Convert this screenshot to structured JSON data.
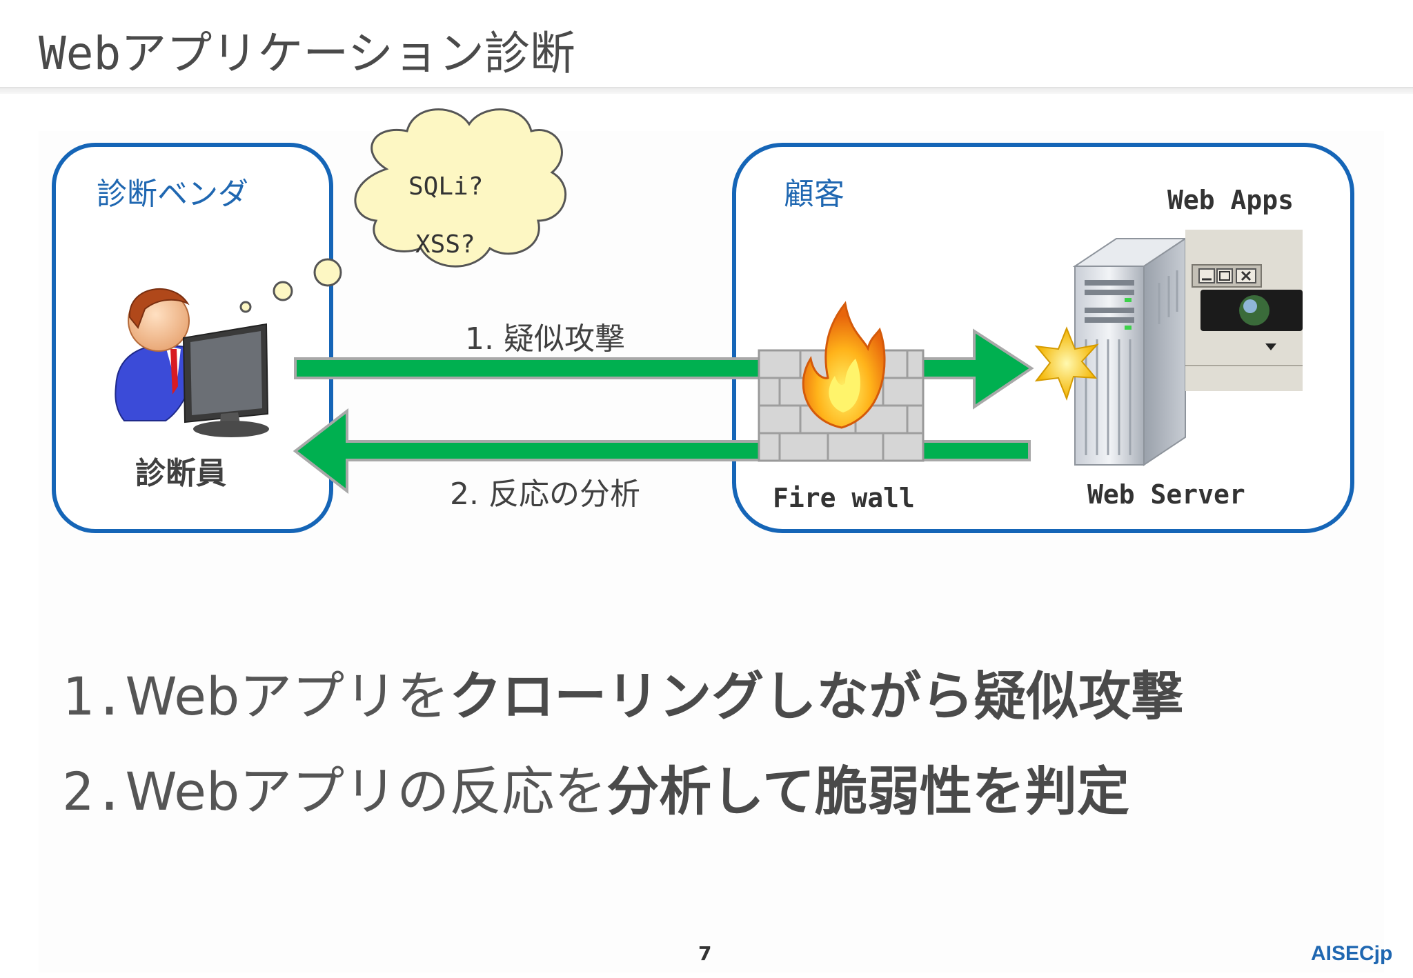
{
  "slide": {
    "title": "Webアプリケーション診断",
    "page_number": "7",
    "brand": "AISECjp"
  },
  "diagram": {
    "vendor_box_label": "診断ベンダ",
    "customer_box_label": "顧客",
    "diagnostician_label": "診断員",
    "thought_bubble": [
      "SQLi?",
      "XSS?"
    ],
    "attack_arrow_label": "1. 疑似攻撃",
    "response_arrow_label": "2. 反応の分析",
    "firewall_label": "Fire wall",
    "web_server_label": "Web Server",
    "web_apps_label": "Web Apps",
    "colors": {
      "box_border": "#1565b7",
      "arrow_fill": "#00b050",
      "bubble_fill": "#fdf7c3"
    }
  },
  "bullets": [
    {
      "num": "1.",
      "plain": "Webアプリを",
      "bold": "クローリングしながら疑似攻撃"
    },
    {
      "num": "2.",
      "plain": "Webアプリの反応を",
      "bold": "分析して脆弱性を判定"
    }
  ]
}
